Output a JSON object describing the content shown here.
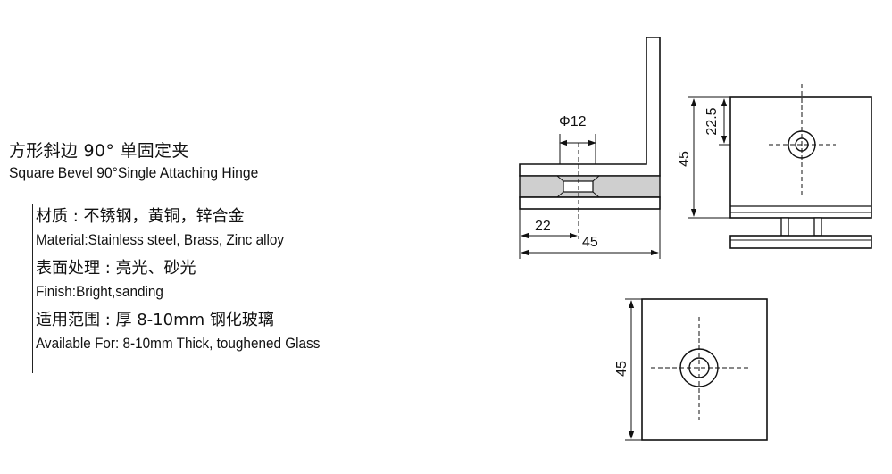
{
  "product": {
    "title_cn": "方形斜边 90° 单固定夹",
    "title_en": "Square Bevel 90°Single Attaching Hinge"
  },
  "specs": [
    {
      "cn": "材质 : 不锈钢，黄铜，锌合金",
      "en": "Material:Stainless steel, Brass, Zinc alloy"
    },
    {
      "cn": "表面处理 : 亮光、砂光",
      "en": "Finish:Bright,sanding"
    },
    {
      "cn": "适用范围 : 厚 8-10mm 钢化玻璃",
      "en": "Available For: 8-10mm Thick, toughened Glass"
    }
  ],
  "dimensions": {
    "hole_diameter": "Φ12",
    "side_offset": "22",
    "side_width": "45",
    "front_height": "45",
    "front_hole_offset": "22.5",
    "bottom_height": "45"
  }
}
